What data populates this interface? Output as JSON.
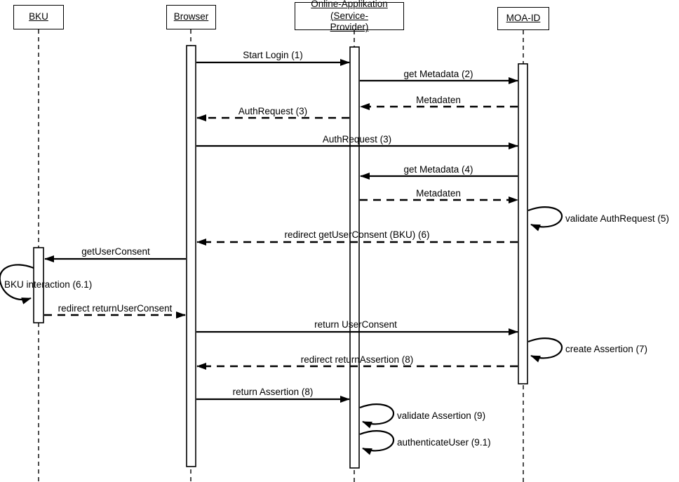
{
  "participants": [
    {
      "name": "BKU"
    },
    {
      "name": "Browser"
    },
    {
      "name": "Online-Applikation (Service-Provider)",
      "line1": "Online-Applikation (Service-",
      "line2": "Provider)"
    },
    {
      "name": "MOA-ID"
    }
  ],
  "messages": [
    {
      "label": "Start Login (1)",
      "from": "Browser",
      "to": "Online-Applikation",
      "style": "solid"
    },
    {
      "label": "get Metadata (2)",
      "from": "Online-Applikation",
      "to": "MOA-ID",
      "style": "solid"
    },
    {
      "label": "Metadaten",
      "from": "MOA-ID",
      "to": "Online-Applikation",
      "style": "dashed"
    },
    {
      "label": "AuthRequest (3)",
      "from": "Online-Applikation",
      "to": "Browser",
      "style": "dashed"
    },
    {
      "label": "AuthRequest (3)",
      "from": "Browser",
      "to": "MOA-ID",
      "style": "solid"
    },
    {
      "label": "get Metadata (4)",
      "from": "MOA-ID",
      "to": "Online-Applikation",
      "style": "solid"
    },
    {
      "label": "Metadaten",
      "from": "Online-Applikation",
      "to": "MOA-ID",
      "style": "dashed"
    },
    {
      "label": "validate AuthRequest (5)",
      "from": "MOA-ID",
      "to": "MOA-ID",
      "style": "self"
    },
    {
      "label": "redirect getUserConsent (BKU) (6)",
      "from": "MOA-ID",
      "to": "Browser",
      "style": "dashed"
    },
    {
      "label": "getUserConsent",
      "from": "Browser",
      "to": "BKU",
      "style": "solid"
    },
    {
      "label": "BKU interaction (6.1)",
      "from": "BKU",
      "to": "BKU",
      "style": "self"
    },
    {
      "label": "redirect returnUserConsent",
      "from": "BKU",
      "to": "Browser",
      "style": "dashed"
    },
    {
      "label": "return UserConsent",
      "from": "Browser",
      "to": "MOA-ID",
      "style": "solid"
    },
    {
      "label": "create Assertion (7)",
      "from": "MOA-ID",
      "to": "MOA-ID",
      "style": "self"
    },
    {
      "label": "redirect returnAssertion (8)",
      "from": "MOA-ID",
      "to": "Browser",
      "style": "dashed"
    },
    {
      "label": "return Assertion (8)",
      "from": "Browser",
      "to": "Online-Applikation",
      "style": "solid"
    },
    {
      "label": "validate Assertion (9)",
      "from": "Online-Applikation",
      "to": "Online-Applikation",
      "style": "self"
    },
    {
      "label": "authenticateUser (9.1)",
      "from": "Online-Applikation",
      "to": "Online-Applikation",
      "style": "self"
    }
  ],
  "colors": {
    "line": "#000000",
    "background": "#ffffff"
  }
}
